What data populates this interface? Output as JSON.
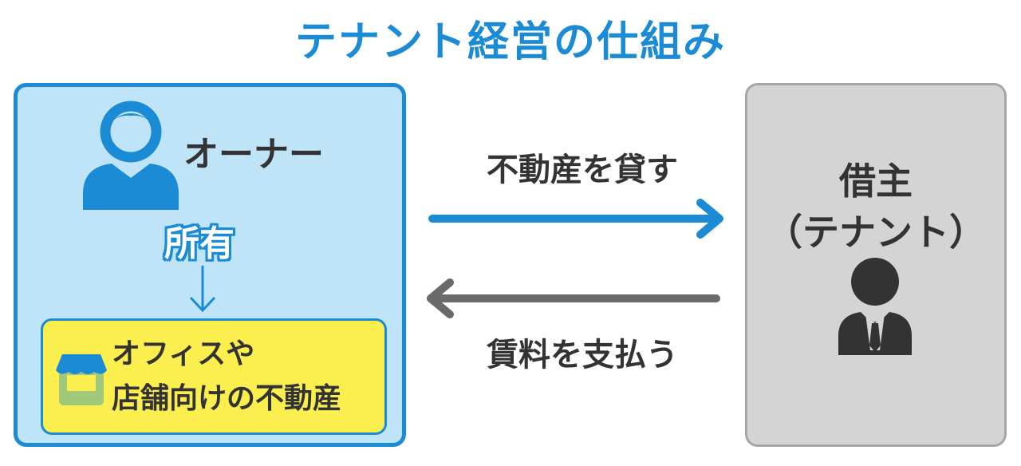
{
  "title": "テナント経営の仕組み",
  "owner": {
    "label": "オーナー",
    "ownership_label": "所有",
    "property_label_line1": "オフィスや",
    "property_label_line2": "店舗向けの不動産"
  },
  "arrows": {
    "lend_label": "不動産を貸す",
    "pay_label": "賃料を支払う"
  },
  "tenant": {
    "label_line1": "借主",
    "label_line2": "（テナント）"
  },
  "icons": {
    "owner": "person-icon",
    "shop": "storefront-icon",
    "tenant": "businessman-icon"
  },
  "colors": {
    "accent": "#1a8bd4",
    "owner_fill": "#bfe4f8",
    "property_fill": "#fbef4f",
    "tenant_fill": "#d4d4d4",
    "tenant_border": "#a6a6a6",
    "return_arrow": "#6a6a6a",
    "dark_icon": "#333333",
    "shop_frame": "#9fc87a",
    "shop_inner": "#fbef4f"
  }
}
